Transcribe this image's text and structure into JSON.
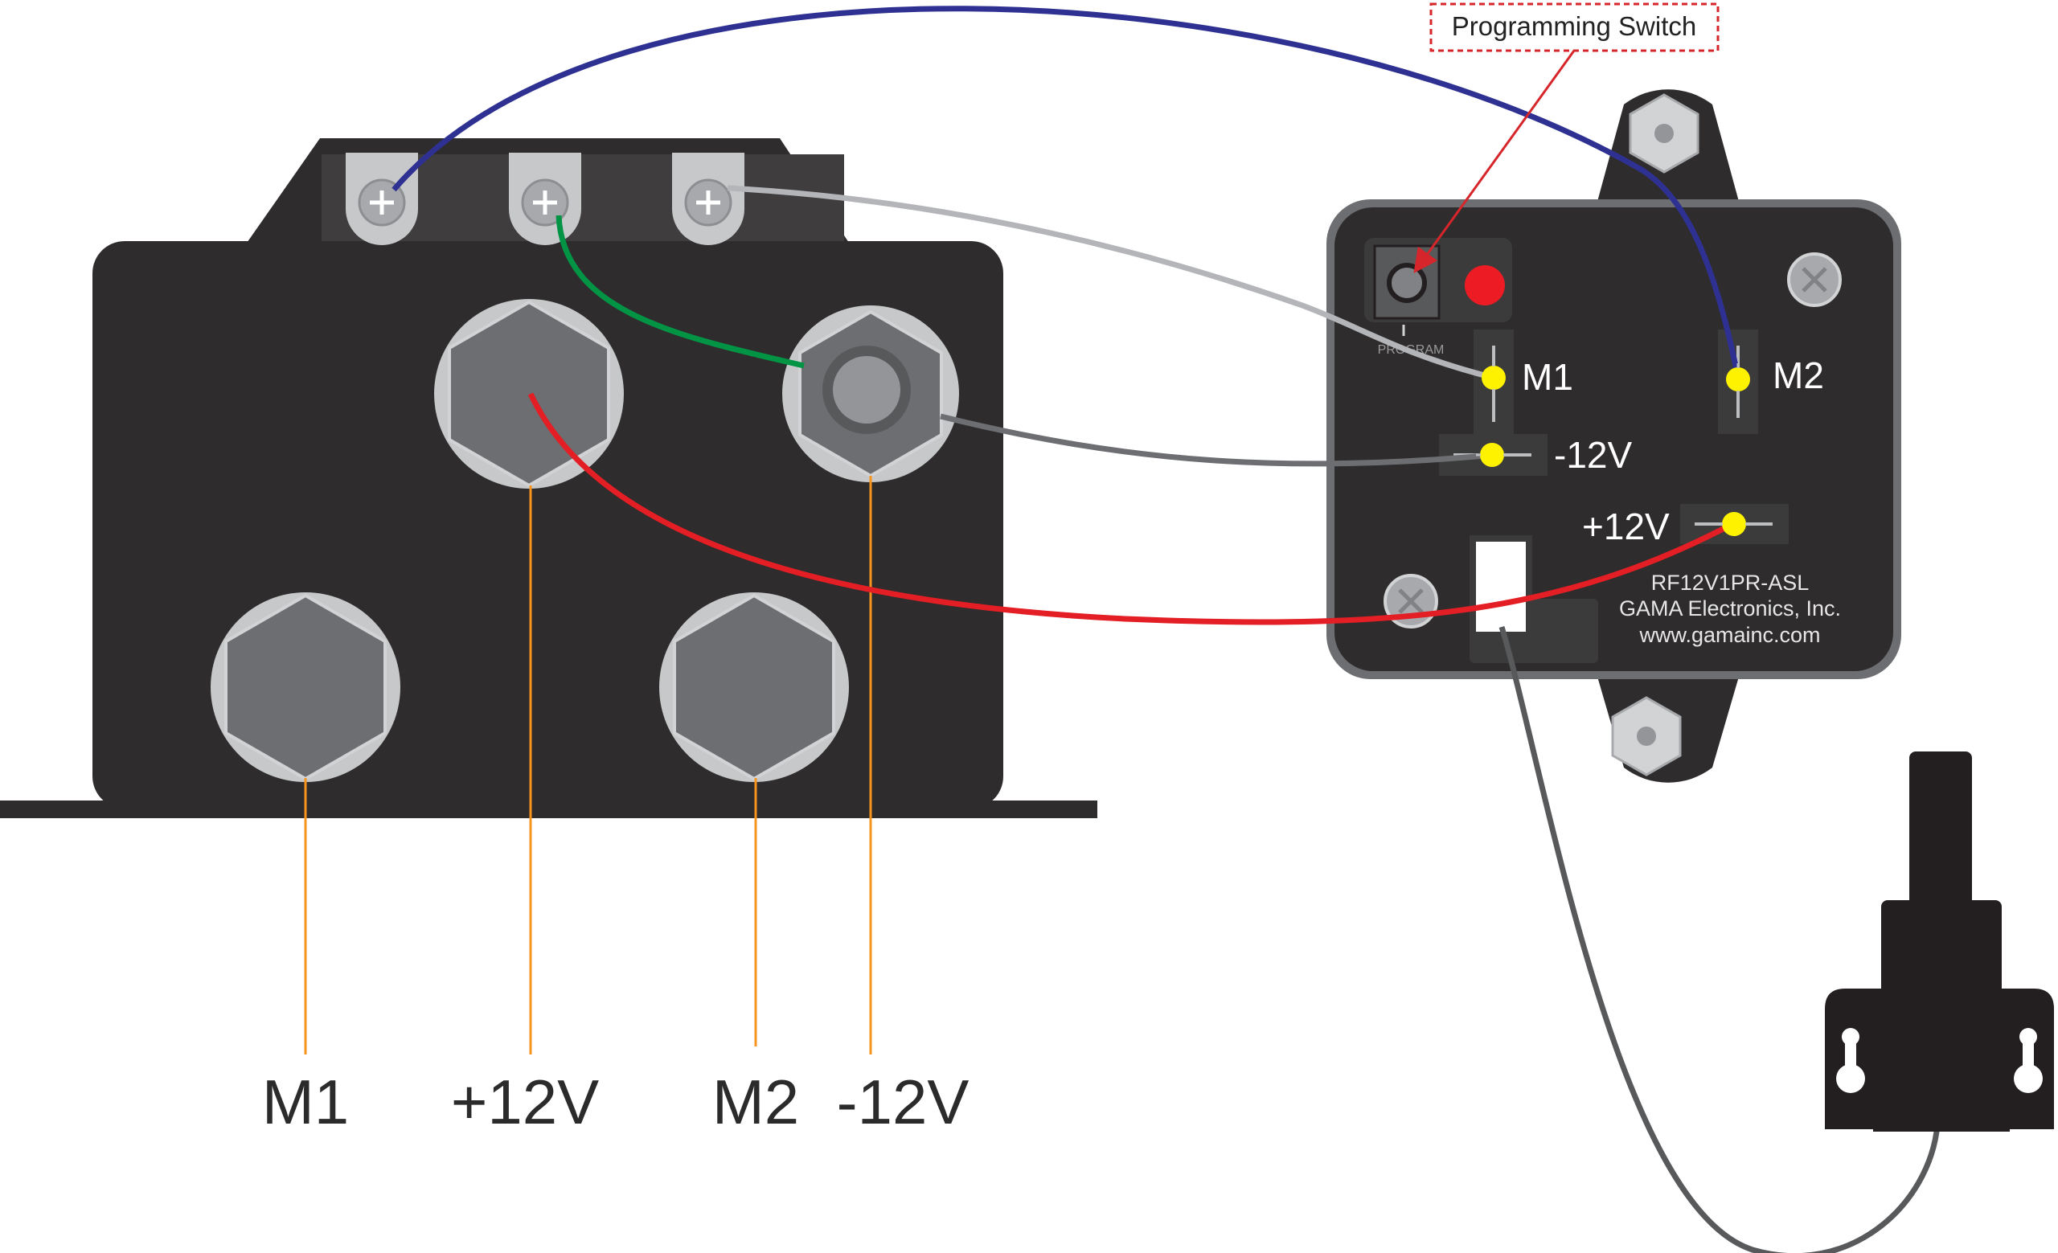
{
  "solenoid": {
    "terminal_labels": [
      "M1",
      "+12V",
      "M2",
      "-12V"
    ]
  },
  "module": {
    "terminal_labels": {
      "m1": "M1",
      "m2": "M2",
      "neg12": "-12V",
      "pos12": "+12V"
    },
    "program_label": "PROGRAM",
    "info_lines": [
      "RF12V1PR-ASL",
      "GAMA Electronics, Inc.",
      "www.gamainc.com"
    ]
  },
  "callout": {
    "text": "Programming Switch"
  },
  "colors": {
    "body": "#2e2c2c",
    "stud_outer": "#c7c8ca",
    "stud_hex": "#6d6e71",
    "wire_blue": "#2e3192",
    "wire_gray_light": "#b3b5b8",
    "wire_gray_dark": "#6d6e71",
    "wire_green": "#009444",
    "wire_red": "#e31e24",
    "leader_orange": "#f7941d",
    "led_yellow": "#fff200",
    "led_red": "#ed1c24",
    "callout_red": "#d7262b"
  }
}
